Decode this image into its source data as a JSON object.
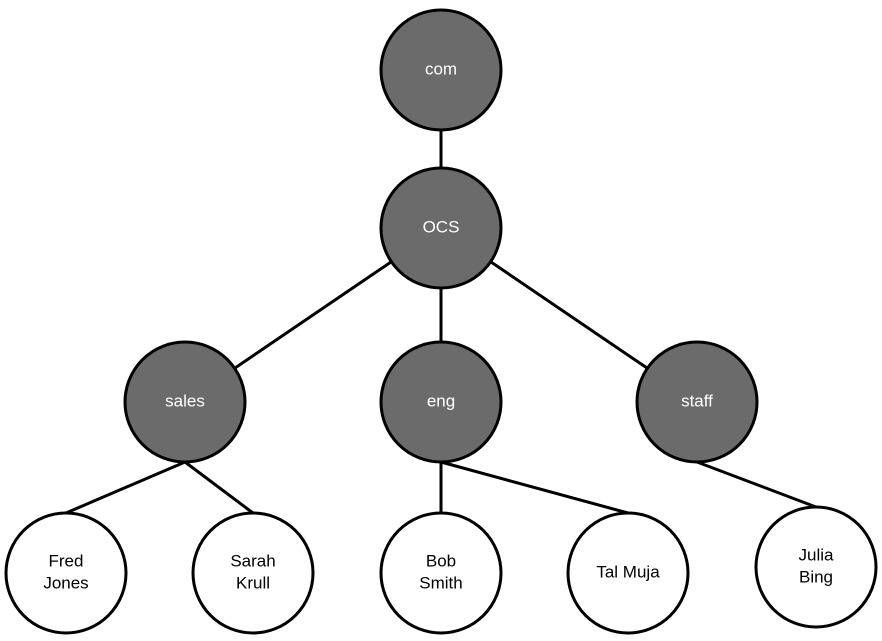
{
  "colors": {
    "inner_fill": "#6b6b6b",
    "leaf_fill": "#ffffff",
    "stroke": "#000000",
    "inner_text": "#ffffff",
    "leaf_text": "#000000"
  },
  "nodes": {
    "com": {
      "label": [
        "com"
      ],
      "kind": "inner"
    },
    "ocs": {
      "label": [
        "OCS"
      ],
      "kind": "inner"
    },
    "sales": {
      "label": [
        "sales"
      ],
      "kind": "inner"
    },
    "eng": {
      "label": [
        "eng"
      ],
      "kind": "inner"
    },
    "staff": {
      "label": [
        "staff"
      ],
      "kind": "inner"
    },
    "fred": {
      "label": [
        "Fred",
        "Jones"
      ],
      "kind": "leaf"
    },
    "sarah": {
      "label": [
        "Sarah",
        "Krull"
      ],
      "kind": "leaf"
    },
    "bob": {
      "label": [
        "Bob",
        "Smith"
      ],
      "kind": "leaf"
    },
    "tal": {
      "label": [
        "Tal Muja"
      ],
      "kind": "leaf"
    },
    "julia": {
      "label": [
        "Julia",
        "Bing"
      ],
      "kind": "leaf"
    }
  },
  "edges": [
    [
      "com",
      "ocs"
    ],
    [
      "ocs",
      "sales"
    ],
    [
      "ocs",
      "eng"
    ],
    [
      "ocs",
      "staff"
    ],
    [
      "sales",
      "fred"
    ],
    [
      "sales",
      "sarah"
    ],
    [
      "eng",
      "bob"
    ],
    [
      "eng",
      "tal"
    ],
    [
      "staff",
      "julia"
    ]
  ]
}
